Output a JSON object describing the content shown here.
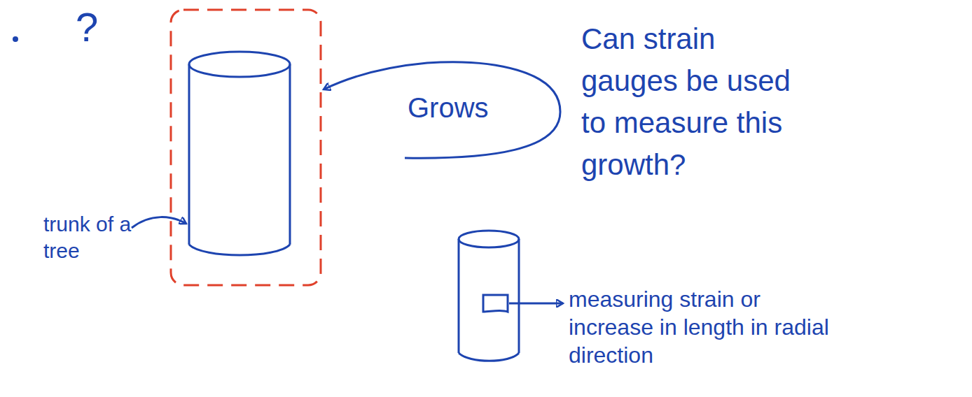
{
  "diagram": {
    "labels": [
      "?",
      "Grows",
      "Can strain gauges be used to measure this growth?",
      "trunk of a tree",
      "measuring strain or increase in length in radial direction"
    ]
  }
}
